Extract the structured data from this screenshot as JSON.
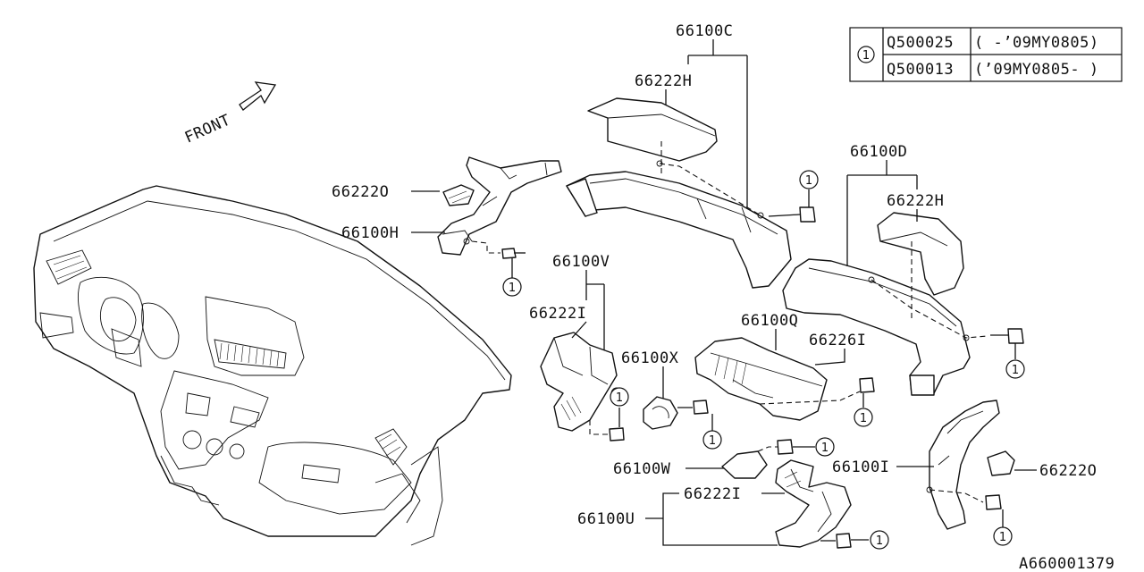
{
  "diagram": {
    "front_label": "FRONT",
    "doc_number": "A660001379",
    "legend_table": {
      "callout": "1",
      "rows": [
        {
          "part": "Q500025",
          "range": "( -’09MY0805)"
        },
        {
          "part": "Q500013",
          "range": "(’09MY0805- )"
        }
      ]
    },
    "part_labels": {
      "p66100C": "66100C",
      "p66222H_top": "66222H",
      "p66100D": "66100D",
      "p66222H_right": "66222H",
      "p66222O_left": "66222Ο",
      "p66100H": "66100H",
      "p66100V": "66100V",
      "p66222I_mid": "66222I",
      "p66100Q": "66100Q",
      "p66226I": "66226I",
      "p66100X": "66100X",
      "p66100W": "66100W",
      "p66222I_low": "66222I",
      "p66100U": "66100U",
      "p66100I": "66100I",
      "p66222O_right": "66222Ο"
    },
    "callout_number": "1"
  }
}
